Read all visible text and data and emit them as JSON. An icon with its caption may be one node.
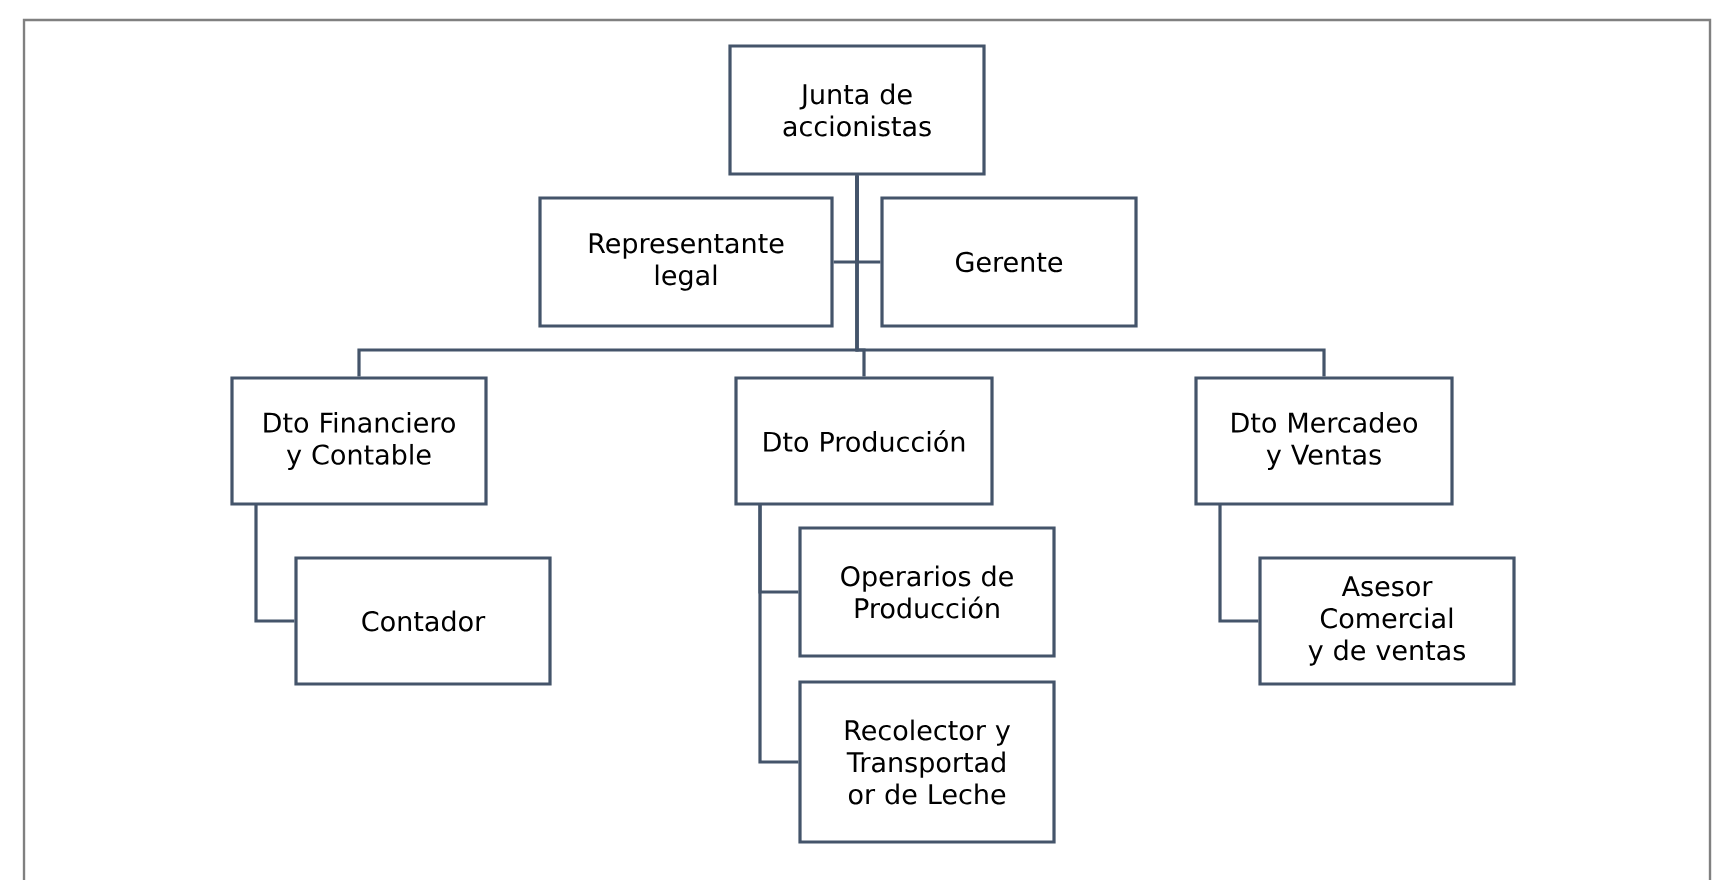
{
  "diagram": {
    "nodes": [
      {
        "text": [
          "Junta de accionistas"
        ]
      },
      {
        "text": [
          "Representante legal"
        ]
      },
      {
        "text": [
          "Gerente"
        ]
      },
      {
        "text": [
          "Dto Financiero y Contable"
        ]
      },
      {
        "text": [
          "Dto Producción"
        ]
      },
      {
        "text": [
          "Dto Mercadeo y Ventas"
        ]
      },
      {
        "text": [
          "Contador"
        ]
      },
      {
        "text": [
          "Operarios de Producción"
        ]
      },
      {
        "text": [
          "Recolector y Transportad or de Leche"
        ]
      },
      {
        "text": [
          "Asesor Comercial y de ventas"
        ]
      }
    ],
    "edges": [
      {
        "from": 0,
        "to": 1,
        "arrow": "none"
      },
      {
        "from": 0,
        "to": 2,
        "arrow": "none"
      },
      {
        "from": 0,
        "to": 3,
        "arrow": "none"
      },
      {
        "from": 0,
        "to": 4,
        "arrow": "none"
      },
      {
        "from": 0,
        "to": 5,
        "arrow": "none"
      },
      {
        "from": 3,
        "to": 6,
        "arrow": "none"
      },
      {
        "from": 4,
        "to": 7,
        "arrow": "none"
      },
      {
        "from": 4,
        "to": 8,
        "arrow": "none"
      },
      {
        "from": 5,
        "to": 9,
        "arrow": "none"
      }
    ]
  }
}
